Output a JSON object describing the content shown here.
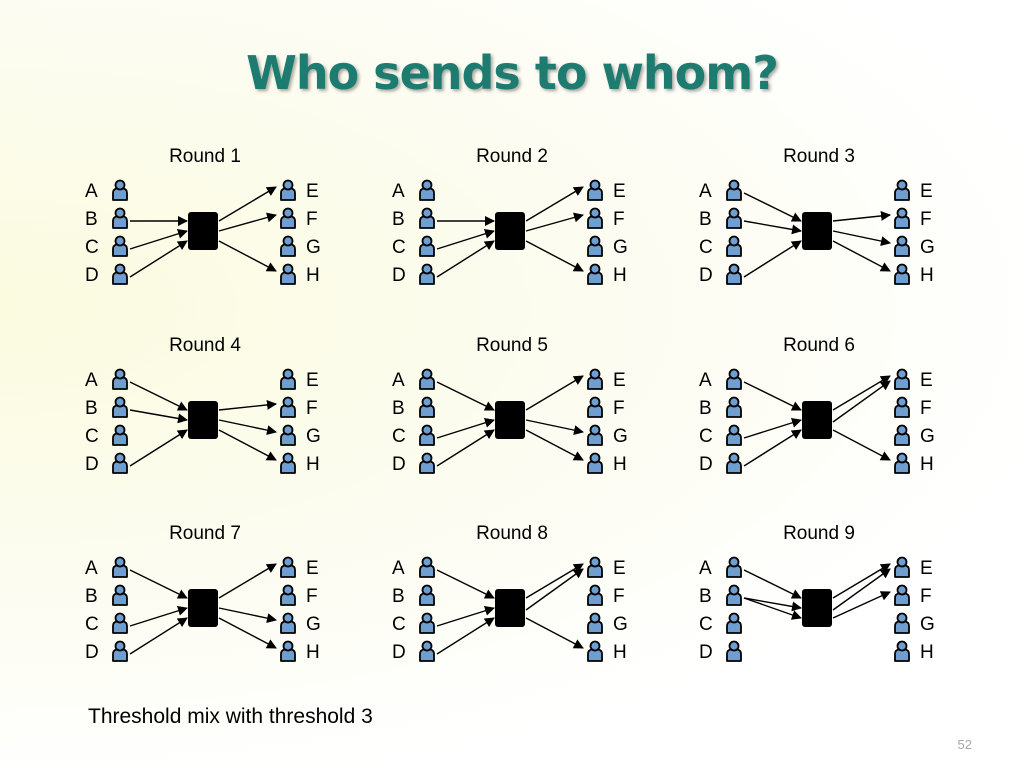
{
  "title": "Who sends to whom?",
  "caption": "Threshold mix with threshold 3",
  "page_number": "52",
  "colors": {
    "title": "#1e7b70",
    "user_icon_fill": "#6e9fd0",
    "user_icon_outline": "#000000",
    "mix_node": "#000000"
  },
  "icons": {
    "user": "user-icon",
    "mix": "mix-node"
  },
  "senders": [
    "A",
    "B",
    "C",
    "D"
  ],
  "receivers": [
    "E",
    "F",
    "G",
    "H"
  ],
  "rounds": [
    {
      "title": "Round 1",
      "in": [
        "B",
        "C",
        "D"
      ],
      "out": [
        "E",
        "F",
        "H"
      ]
    },
    {
      "title": "Round 2",
      "in": [
        "B",
        "C",
        "D"
      ],
      "out": [
        "E",
        "F",
        "H"
      ]
    },
    {
      "title": "Round 3",
      "in": [
        "A",
        "B",
        "D"
      ],
      "out": [
        "F",
        "G",
        "H"
      ]
    },
    {
      "title": "Round 4",
      "in": [
        "A",
        "B",
        "D"
      ],
      "out": [
        "F",
        "G",
        "H"
      ]
    },
    {
      "title": "Round 5",
      "in": [
        "A",
        "C",
        "D"
      ],
      "out": [
        "E",
        "G",
        "H"
      ]
    },
    {
      "title": "Round 6",
      "in": [
        "A",
        "C",
        "D"
      ],
      "out": [
        "E",
        "E",
        "H"
      ]
    },
    {
      "title": "Round 7",
      "in": [
        "A",
        "C",
        "D"
      ],
      "out": [
        "E",
        "G",
        "H"
      ]
    },
    {
      "title": "Round 8",
      "in": [
        "A",
        "C",
        "D"
      ],
      "out": [
        "E",
        "E",
        "H"
      ]
    },
    {
      "title": "Round 9",
      "in": [
        "A",
        "B",
        "B"
      ],
      "out": [
        "E",
        "E",
        "F"
      ]
    }
  ]
}
